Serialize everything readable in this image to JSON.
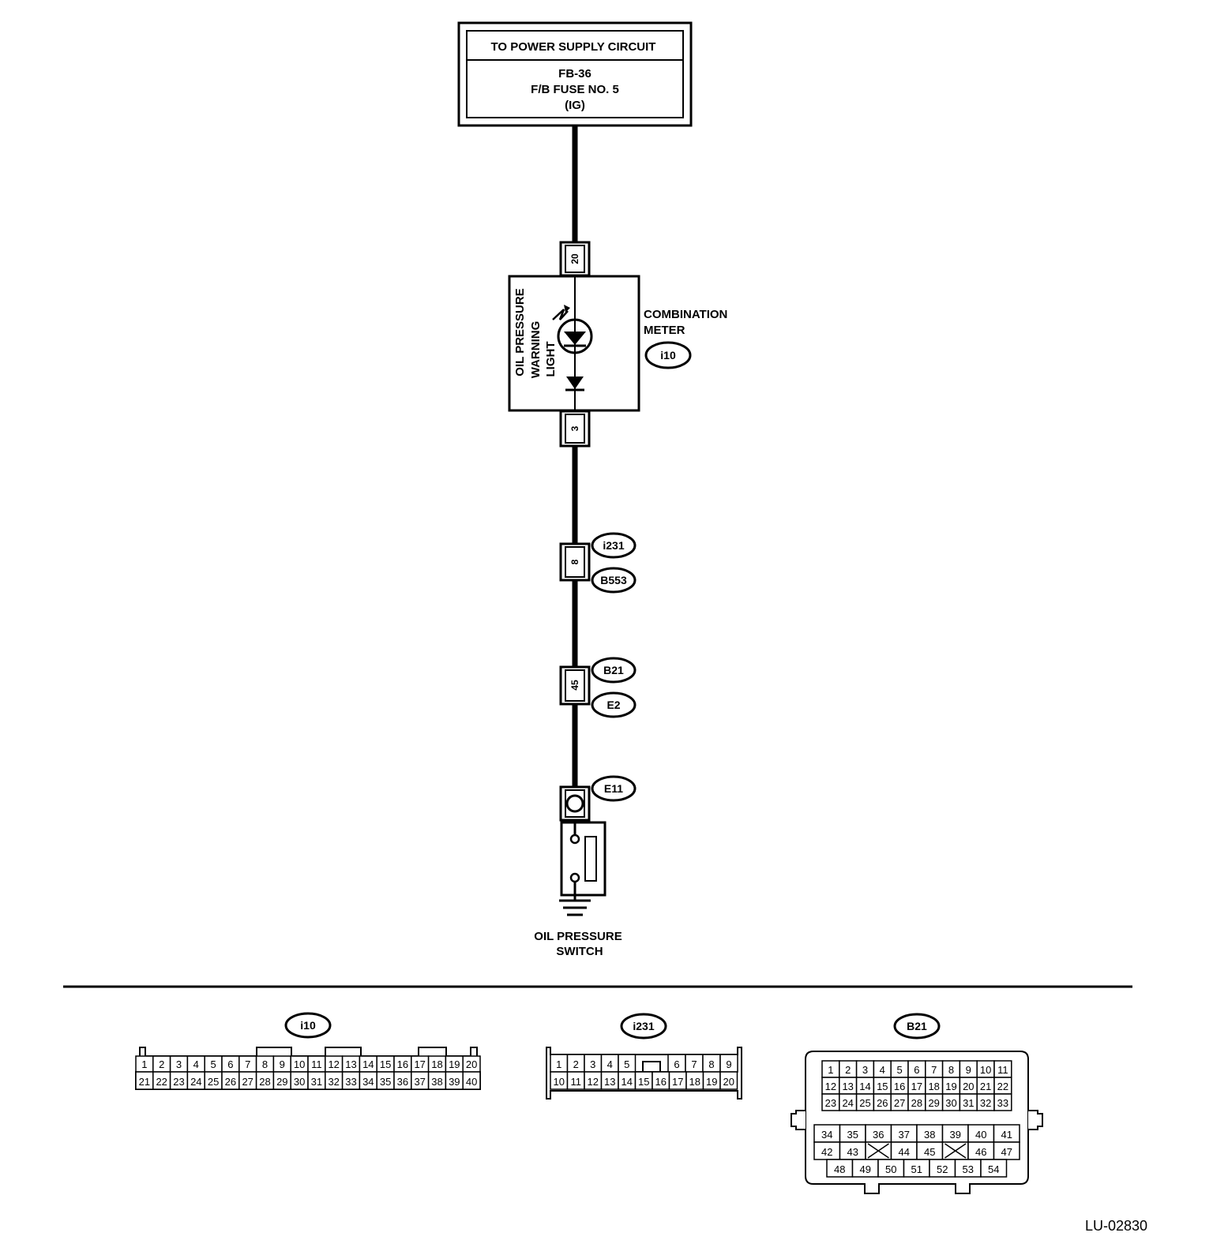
{
  "power_box": {
    "title": "TO POWER SUPPLY CIRCUIT",
    "line1": "FB-36",
    "line2": "F/B FUSE NO. 5",
    "line3": "(IG)"
  },
  "meter": {
    "pin_top": "20",
    "pin_bottom": "3",
    "light_label_1": "OIL PRESSURE",
    "light_label_2": "WARNING",
    "light_label_3": "LIGHT",
    "name_1": "COMBINATION",
    "name_2": "METER",
    "connector": "i10"
  },
  "joint1": {
    "pin": "8",
    "conn_top": "i231",
    "conn_bottom": "B553"
  },
  "joint2": {
    "pin": "45",
    "conn_top": "B21",
    "conn_bottom": "E2"
  },
  "switch": {
    "connector": "E11",
    "label_1": "OIL PRESSURE",
    "label_2": "SWITCH"
  },
  "connectors": {
    "i10": {
      "name": "i10",
      "row1": [
        "1",
        "2",
        "3",
        "4",
        "5",
        "6",
        "7",
        "8",
        "9",
        "10",
        "11",
        "12",
        "13",
        "14",
        "15",
        "16",
        "17",
        "18",
        "19",
        "20"
      ],
      "row2": [
        "21",
        "22",
        "23",
        "24",
        "25",
        "26",
        "27",
        "28",
        "29",
        "30",
        "31",
        "32",
        "33",
        "34",
        "35",
        "36",
        "37",
        "38",
        "39",
        "40"
      ]
    },
    "i231": {
      "name": "i231",
      "row1": [
        "1",
        "2",
        "3",
        "4",
        "5",
        "",
        "6",
        "7",
        "8",
        "9"
      ],
      "row2": [
        "10",
        "11",
        "12",
        "13",
        "14",
        "15",
        "16",
        "17",
        "18",
        "19",
        "20"
      ]
    },
    "B21": {
      "name": "B21",
      "row1": [
        "1",
        "2",
        "3",
        "4",
        "5",
        "6",
        "7",
        "8",
        "9",
        "10",
        "11"
      ],
      "row2": [
        "12",
        "13",
        "14",
        "15",
        "16",
        "17",
        "18",
        "19",
        "20",
        "21",
        "22"
      ],
      "row3": [
        "23",
        "24",
        "25",
        "26",
        "27",
        "28",
        "29",
        "30",
        "31",
        "32",
        "33"
      ],
      "row4": [
        "34",
        "35",
        "36",
        "37",
        "38",
        "39",
        "40",
        "41"
      ],
      "row5": [
        "42",
        "43",
        "",
        "44",
        "45",
        "",
        "46",
        "47"
      ],
      "row6": [
        "48",
        "49",
        "50",
        "51",
        "52",
        "53",
        "54"
      ]
    }
  },
  "figure_id": "LU-02830"
}
